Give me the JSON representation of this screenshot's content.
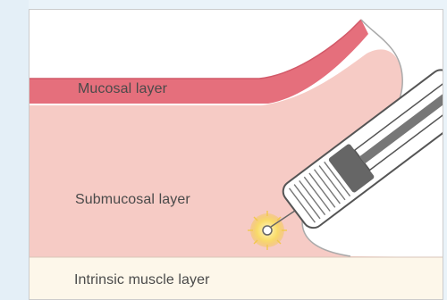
{
  "labels": {
    "mucosal": "Mucosal layer",
    "submucosal": "Submucosal layer",
    "muscle": "Intrinsic muscle layer"
  },
  "colors": {
    "background_outer": "#eaf3f9",
    "panel_top": "#ffffff",
    "mucosal_layer": "#e56f7c",
    "submucosal_layer": "#f6cbc5",
    "muscle_layer": "#fdf7ea",
    "device_body": "#ffffff",
    "device_outline": "#555555",
    "device_band": "#666666",
    "spark": "#f7d35a"
  }
}
